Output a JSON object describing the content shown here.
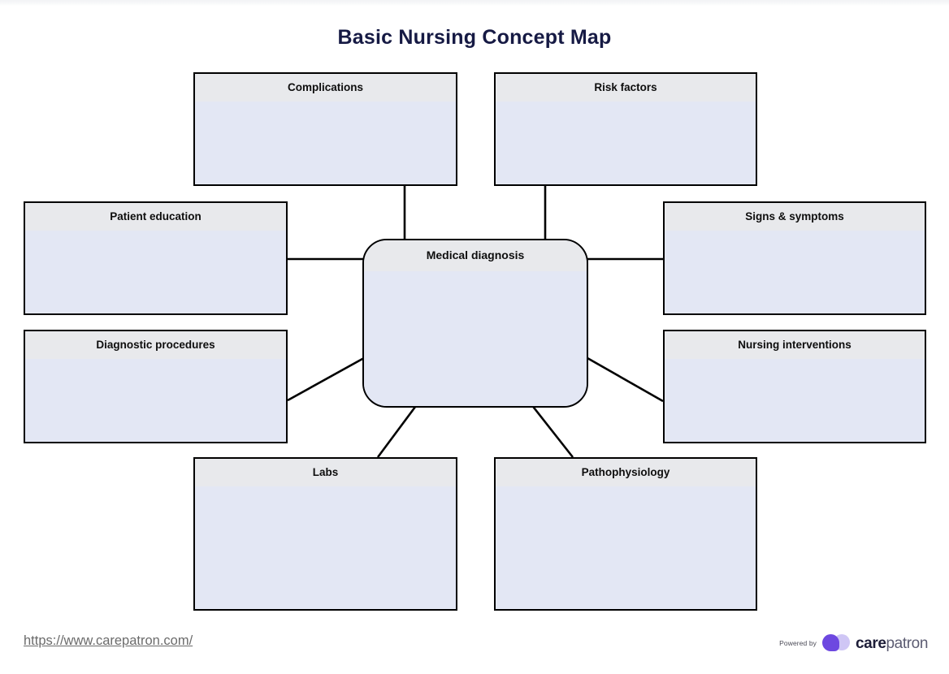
{
  "page": {
    "title": "Basic Nursing Concept Map",
    "background_color": "#ffffff",
    "title_color": "#161a44"
  },
  "center_node": {
    "label": "Medical diagnosis",
    "shape": "rounded-rectangle",
    "header_color": "#e8e9ec",
    "body_color": "#e3e7f4",
    "border_color": "#000000"
  },
  "nodes": [
    {
      "id": "complications",
      "label": "Complications"
    },
    {
      "id": "risk-factors",
      "label": "Risk factors"
    },
    {
      "id": "patient-education",
      "label": "Patient education"
    },
    {
      "id": "signs-symptoms",
      "label": "Signs & symptoms"
    },
    {
      "id": "diagnostic-procedures",
      "label": "Diagnostic procedures"
    },
    {
      "id": "nursing-interventions",
      "label": "Nursing interventions"
    },
    {
      "id": "labs",
      "label": "Labs"
    },
    {
      "id": "pathophysiology",
      "label": "Pathophysiology"
    }
  ],
  "footer": {
    "url": "https://www.carepatron.com/",
    "powered_by": "Powered by",
    "brand_first": "care",
    "brand_second": "patron",
    "brand_color": "#6d48e0"
  }
}
